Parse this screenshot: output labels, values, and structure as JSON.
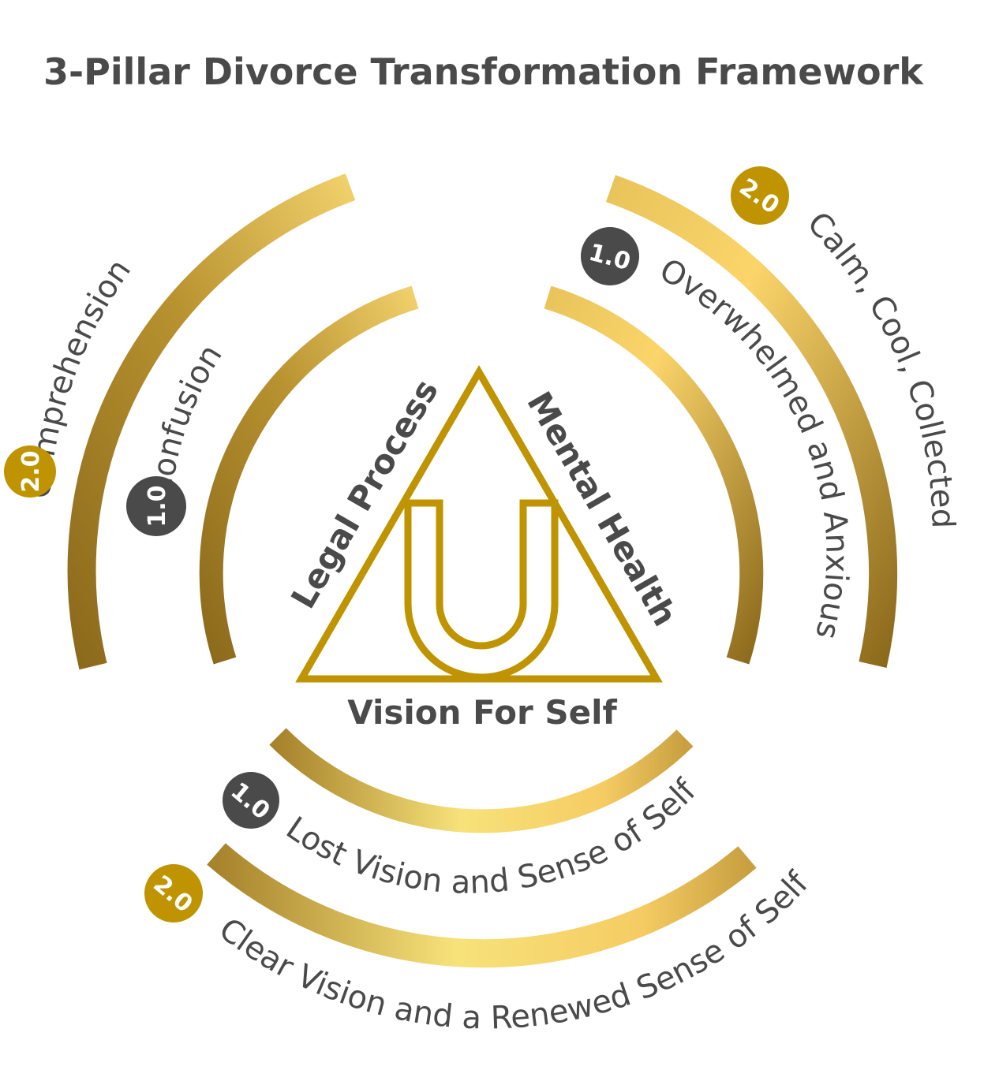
{
  "title": "3-Pillar Divorce Transformation Framework",
  "colors": {
    "gold": "#bf9400",
    "gold_light": "#f7e27a",
    "gold_dark": "#8c6a1c",
    "badge_dark": "#4a4a4a",
    "text": "#4a4a4a"
  },
  "pillars": {
    "left": "Legal Process",
    "right": "Mental Health",
    "bottom": "Vision For Self"
  },
  "stages": {
    "left_inner": {
      "badge": "1.0",
      "label": "Confusion"
    },
    "left_outer": {
      "badge": "2.0",
      "label": "Comprehension"
    },
    "right_inner": {
      "badge": "1.0",
      "label": "Overwhelmed and Anxious"
    },
    "right_outer": {
      "badge": "2.0",
      "label": "Calm, Cool, Collected"
    },
    "bottom_inner": {
      "badge": "1.0",
      "label": "Lost Vision and Sense of Self"
    },
    "bottom_outer": {
      "badge": "2.0",
      "label": "Clear Vision and a Renewed Sense of Self"
    }
  },
  "icons": {
    "center": "u-magnet-in-triangle-icon"
  }
}
